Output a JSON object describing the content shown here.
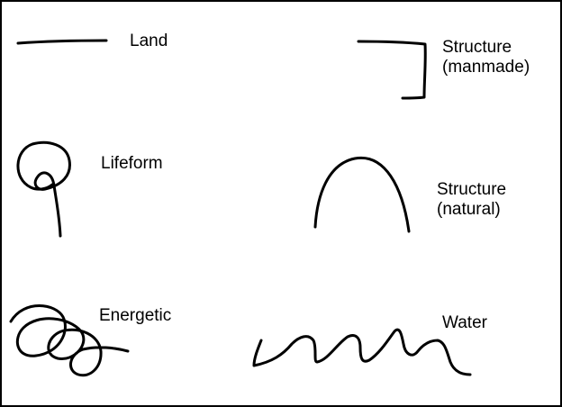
{
  "symbols": [
    {
      "id": "land",
      "lines": [
        "Land"
      ]
    },
    {
      "id": "structure-manmade",
      "lines": [
        "Structure",
        "(manmade)"
      ]
    },
    {
      "id": "lifeform",
      "lines": [
        "Lifeform"
      ]
    },
    {
      "id": "structure-natural",
      "lines": [
        "Structure",
        "(natural)"
      ]
    },
    {
      "id": "energetic",
      "lines": [
        "Energetic"
      ]
    },
    {
      "id": "water",
      "lines": [
        "Water"
      ]
    }
  ],
  "colors": {
    "stroke": "#000000",
    "background": "#ffffff",
    "frame": "#000000"
  }
}
